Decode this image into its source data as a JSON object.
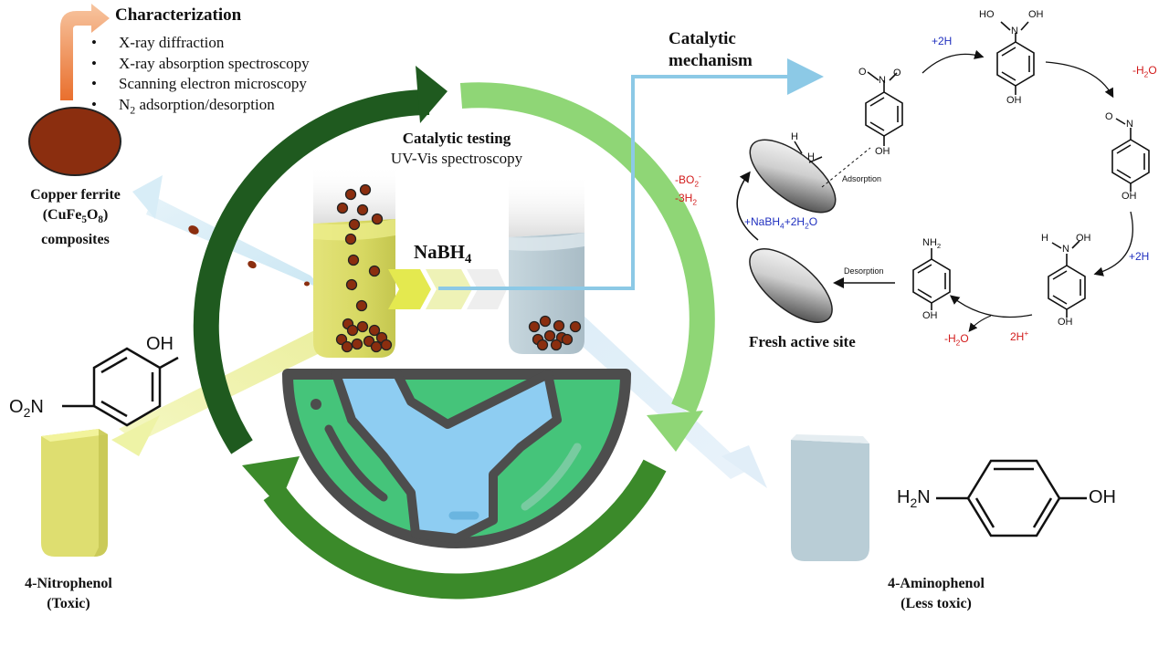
{
  "characterization": {
    "title": "Characterization",
    "items": [
      "X-ray diffraction",
      "X-ray absorption spectroscopy",
      "Scanning electron microscopy",
      "N2 adsorption/desorption"
    ]
  },
  "copper_ferrite": {
    "line1": "Copper ferrite",
    "line2_open": "(CuFe",
    "line2_sub1": "5",
    "line2_mid": "O",
    "line2_sub2": "8",
    "line2_close": ")",
    "line3": "composites"
  },
  "catalytic_testing": {
    "title": "Catalytic testing",
    "subtitle": "UV-Vis spectroscopy"
  },
  "reducing_agent": {
    "base": "NaBH",
    "sub": "4"
  },
  "catalytic_mechanism": {
    "line1": "Catalytic",
    "line2": "mechanism"
  },
  "mechanism": {
    "adsorption": "Adsorption",
    "desorption": "Desorption",
    "fresh_active_site": "Fresh active site",
    "plus_2h_a": "+2H",
    "plus_2h_b": "+2H",
    "minus_h2o_a": "-H2O",
    "minus_h2o_b": "-H2O",
    "bo2": "-BO2-",
    "h2": "-3H2",
    "nabh4_h2o": "+NaBH4+2H2O",
    "two_h_plus": "2H+",
    "h_label": "H",
    "oh": "OH",
    "ho": "HO",
    "nh2": "NH2",
    "o_label": "O",
    "n_label": "N",
    "n_plus": "N",
    "o_minus": "O"
  },
  "nitrophenol": {
    "name": "4-Nitrophenol",
    "note": "(Toxic)",
    "no2": "O2N",
    "oh": "OH"
  },
  "aminophenol": {
    "name": "4-Aminophenol",
    "note": "(Less toxic)",
    "nh2": "H2N",
    "oh": "OH"
  },
  "colors": {
    "dark_green": "#1f5a1f",
    "mid_green": "#3b8a2a",
    "light_green": "#8fd676",
    "nitrophenol_yellow": "#dede70",
    "aminophenol_blue": "#b9cdd6",
    "ferrite_brown": "#8b2e0f",
    "arrow_blue": "#8cc9e6",
    "earth_green": "#45c47a",
    "earth_blue": "#8ecdf2"
  }
}
